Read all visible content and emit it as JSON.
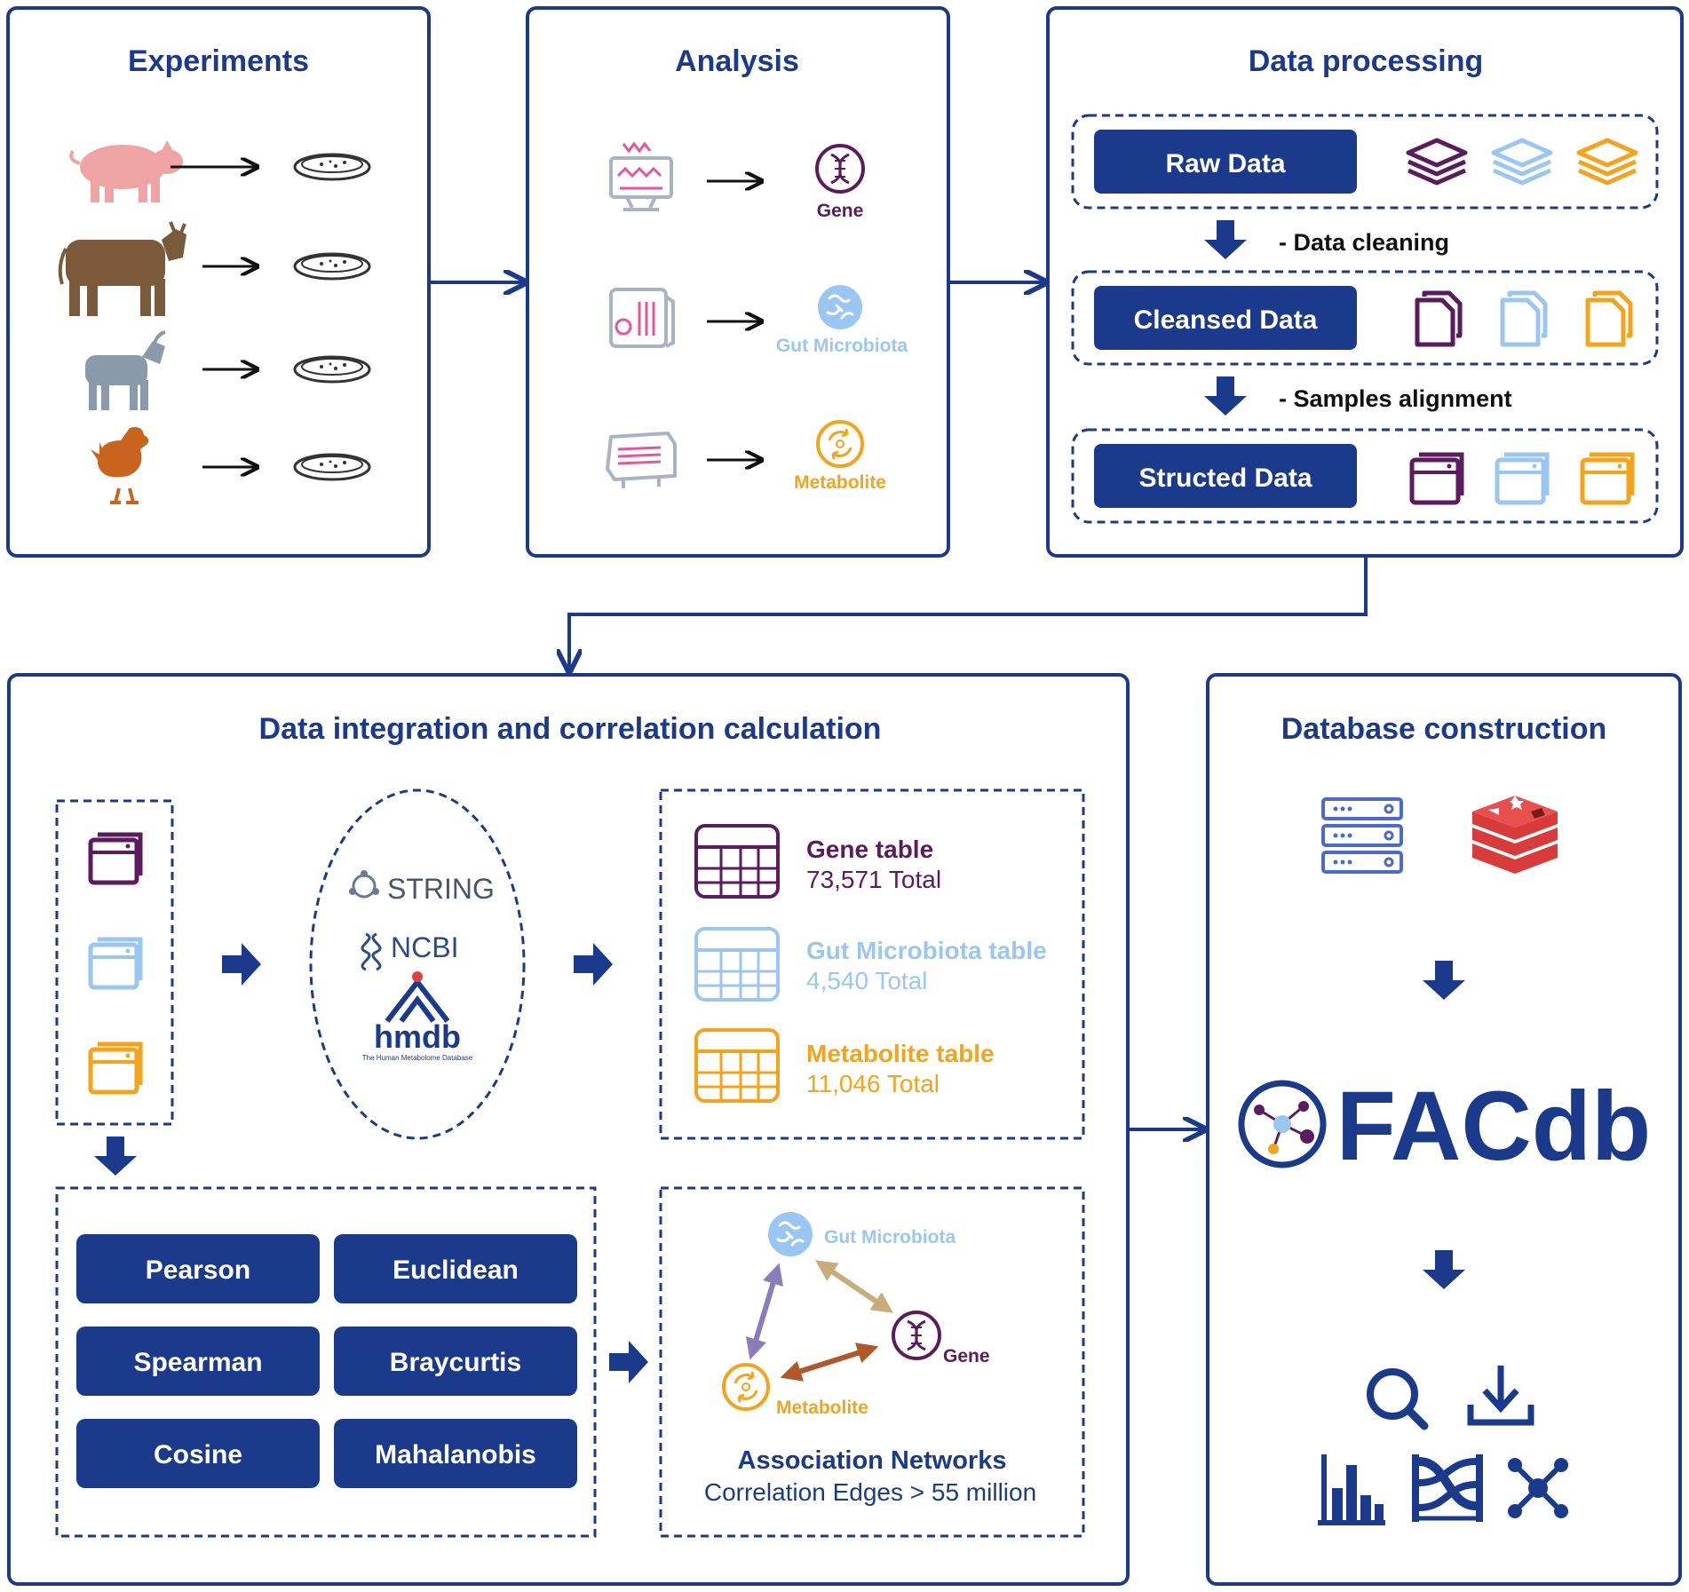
{
  "colors": {
    "navy": "#1b3a8c",
    "gene": "#5b1b5e",
    "microbiota": "#9ac7f2",
    "metabolite": "#f5a31a",
    "pig": "#f0a3a3",
    "cow": "#7a5a3a",
    "goat": "#8a9aaa",
    "chicken": "#c8641e",
    "redis": "#d93a3a"
  },
  "panels": {
    "experiments": {
      "title": "Experiments"
    },
    "analysis": {
      "title": "Analysis",
      "gene": "Gene",
      "microbiota": "Gut Microbiota",
      "metabolite": "Metabolite"
    },
    "processing": {
      "title": "Data processing",
      "raw": "Raw Data",
      "cleansed": "Cleansed Data",
      "structed": "Structed Data",
      "step1": "- Data cleaning",
      "step2": "- Samples alignment"
    },
    "integration": {
      "title": "Data integration and correlation calculation",
      "databases": {
        "string": "STRING",
        "ncbi": "NCBI",
        "hmdb": "hmdb",
        "hmdb_sub": "The Human Metabolome Database"
      },
      "tables": [
        {
          "name": "Gene table",
          "total": "73,571 Total"
        },
        {
          "name": "Gut Microbiota table",
          "total": "4,540 Total"
        },
        {
          "name": "Metabolite  table",
          "total": "11,046 Total"
        }
      ],
      "methods": [
        "Pearson",
        "Euclidean",
        "Spearman",
        "Braycurtis",
        "Cosine",
        "Mahalanobis"
      ],
      "network": {
        "microbiota": "Gut Microbiota",
        "gene": "Gene",
        "metabolite": "Metabolite",
        "title": "Association Networks",
        "subtitle": "Correlation Edges > 55 million"
      }
    },
    "database": {
      "title": "Database construction",
      "brand": "FACdb"
    }
  },
  "icons": [
    "pig-icon",
    "cow-icon",
    "goat-icon",
    "chicken-icon",
    "petri-dish-icon",
    "monitor-chart-icon",
    "sequencer-icon",
    "mass-spec-icon",
    "dna-icon",
    "bacteria-icon",
    "metabolite-cycle-icon",
    "layers-icon",
    "document-icon",
    "window-icon",
    "table-icon",
    "server-icon",
    "redis-icon",
    "network-logo-icon",
    "search-icon",
    "download-icon",
    "bar-chart-icon",
    "sankey-icon",
    "network-icon"
  ]
}
